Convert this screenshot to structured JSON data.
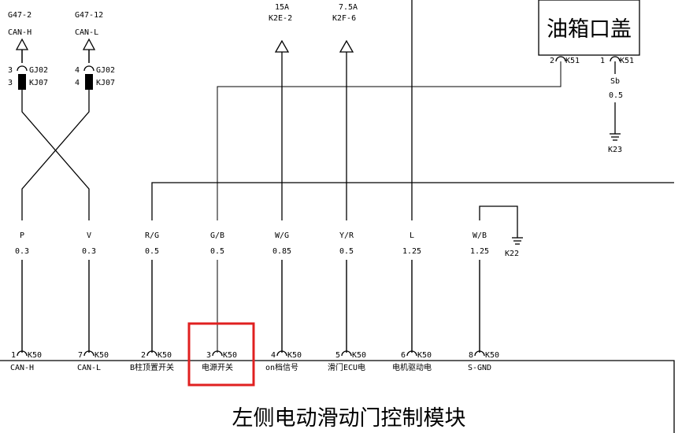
{
  "top_connectors": [
    {
      "id": "G47-2",
      "signal": "CAN-H",
      "pin1": "3",
      "conn1": "GJ02",
      "pin2": "3",
      "conn2": "KJ07"
    },
    {
      "id": "G47-12",
      "signal": "CAN-L",
      "pin1": "4",
      "conn1": "GJ02",
      "pin2": "4",
      "conn2": "KJ07"
    }
  ],
  "fuses": [
    {
      "rating": "15A",
      "code": "K2E-2"
    },
    {
      "rating": "7.5A",
      "code": "K2F-6"
    }
  ],
  "fuel_lid": {
    "title": "油箱口盖",
    "pin_a": "2",
    "conn_a": "K51",
    "pin_b": "1",
    "conn_b": "K51",
    "wire_color": "Sb",
    "wire_size": "0.5",
    "ground": "K23"
  },
  "wires": [
    {
      "color": "P",
      "size": "0.3"
    },
    {
      "color": "V",
      "size": "0.3"
    },
    {
      "color": "R/G",
      "size": "0.5"
    },
    {
      "color": "G/B",
      "size": "0.5"
    },
    {
      "color": "W/G",
      "size": "0.85"
    },
    {
      "color": "Y/R",
      "size": "0.5"
    },
    {
      "color": "L",
      "size": "1.25"
    },
    {
      "color": "W/B",
      "size": "1.25"
    }
  ],
  "ground_k22": "K22",
  "module_pins": [
    {
      "pin": "1",
      "conn": "K50",
      "label": "CAN-H"
    },
    {
      "pin": "7",
      "conn": "K50",
      "label": "CAN-L"
    },
    {
      "pin": "2",
      "conn": "K50",
      "label": "B柱顶置开关"
    },
    {
      "pin": "3",
      "conn": "K50",
      "label": "电源开关"
    },
    {
      "pin": "4",
      "conn": "K50",
      "label": "on档信号"
    },
    {
      "pin": "5",
      "conn": "K50",
      "label": "滑门ECU电"
    },
    {
      "pin": "6",
      "conn": "K50",
      "label": "电机驱动电"
    },
    {
      "pin": "8",
      "conn": "K50",
      "label": "S-GND"
    }
  ],
  "module_title": "左侧电动滑动门控制模块",
  "highlight_color": "#e02020"
}
